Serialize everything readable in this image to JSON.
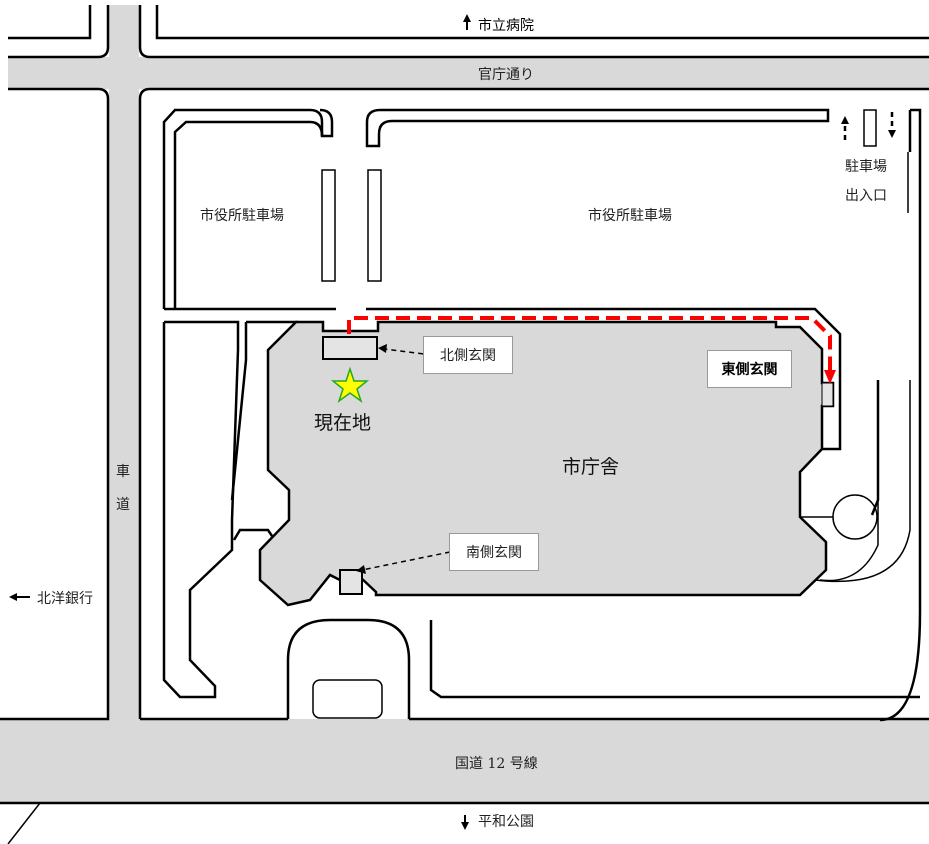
{
  "roads": {
    "north_direction": "市立病院",
    "upper_road": "官庁通り",
    "left_road_chars": [
      "車",
      "道"
    ],
    "left_direction": "北洋銀行",
    "bottom_road": "国道 12 号線",
    "south_direction": "平和公園"
  },
  "parking": {
    "left_lot": "市役所駐車場",
    "right_lot": "市役所駐車場",
    "entrance_line1": "駐車場",
    "entrance_line2": "出入口"
  },
  "building": {
    "name": "市庁舎",
    "current_location": "現在地"
  },
  "entrances": {
    "north": "北側玄関",
    "east": "東側玄関",
    "south": "南側玄関"
  },
  "colors": {
    "road": "#d9d9d9",
    "building": "#d9d9d9",
    "route": "#ff0000",
    "star_fill": "#ffff00",
    "star_stroke": "#22aa22"
  }
}
